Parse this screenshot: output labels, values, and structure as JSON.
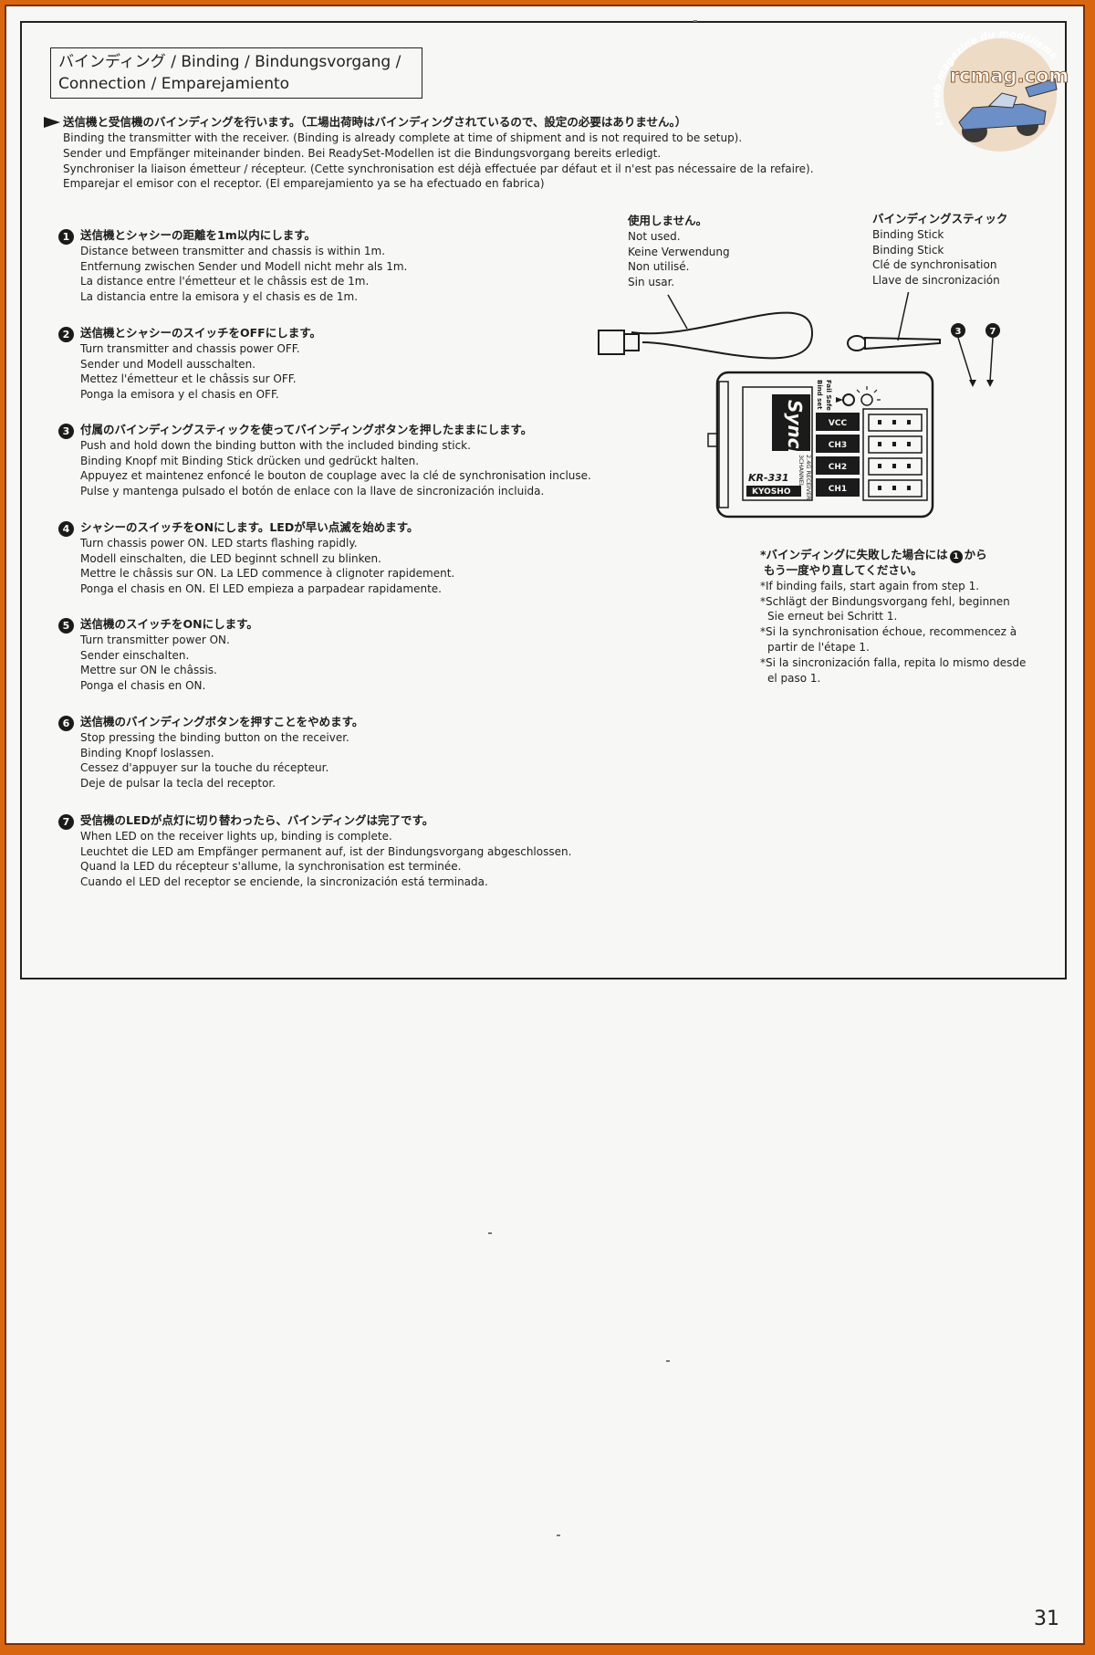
{
  "header": {
    "title_line1": "バインディング / Binding / Bindungsvorgang /",
    "title_line2": "Connection / Emparejamiento"
  },
  "intro": {
    "jp": "送信機と受信機のバインディングを行います。（工場出荷時はバインディングされているので、設定の必要はありません。）",
    "lines": [
      "Binding the transmitter with the receiver. (Binding is already complete at time of shipment and is not required to be setup).",
      "Sender und Empfänger miteinander binden. Bei ReadySet-Modellen ist die Bindungsvorgang bereits erledigt.",
      "Synchroniser la liaison émetteur / récepteur. (Cette synchronisation est déjà effectuée par défaut et il n'est pas nécessaire de la refaire).",
      "Emparejar el emisor con el receptor. (El emparejamiento ya se ha efectuado en fabrica)"
    ]
  },
  "steps": [
    {
      "num": "1",
      "jp": "送信機とシャシーの距離を1m以内にします。",
      "lines": [
        "Distance between transmitter and chassis is within 1m.",
        "Entfernung zwischen Sender und Modell nicht mehr als 1m.",
        "La distance entre l'émetteur et le châssis est de 1m.",
        "La distancia entre la emisora y el chasis es de 1m."
      ]
    },
    {
      "num": "2",
      "jp": "送信機とシャシーのスイッチをOFFにします。",
      "lines": [
        "Turn transmitter and chassis power OFF.",
        "Sender und Modell ausschalten.",
        "Mettez l'émetteur et le châssis sur OFF.",
        "Ponga la emisora y el chasis en OFF."
      ]
    },
    {
      "num": "3",
      "jp": "付属のバインディングスティックを使ってバインディングボタンを押したままにします。",
      "lines": [
        "Push and hold down the binding button with the included binding stick.",
        "Binding Knopf mit Binding Stick drücken und gedrückt halten.",
        "Appuyez et maintenez enfoncé le bouton de couplage avec la clé de synchronisation incluse.",
        "Pulse y mantenga pulsado el botón de enlace con la llave de sincronización incluida."
      ]
    },
    {
      "num": "4",
      "jp": "シャシーのスイッチをONにします。LEDが早い点滅を始めます。",
      "lines": [
        "Turn chassis power ON. LED starts flashing rapidly.",
        "Modell einschalten, die LED beginnt schnell zu blinken.",
        "Mettre le châssis sur ON. La LED commence à clignoter rapidement.",
        "Ponga el chasis en ON. El LED empieza a parpadear rapidamente."
      ]
    },
    {
      "num": "5",
      "jp": "送信機のスイッチをONにします。",
      "lines": [
        "Turn transmitter power ON.",
        "Sender einschalten.",
        "Mettre sur ON le châssis.",
        "Ponga el chasis en ON."
      ]
    },
    {
      "num": "6",
      "jp": "送信機のバインディングボタンを押すことをやめます。",
      "lines": [
        "Stop pressing the binding button on the receiver.",
        "Binding Knopf loslassen.",
        "Cessez d'appuyer sur la touche du récepteur.",
        "Deje de pulsar la tecla del receptor."
      ]
    },
    {
      "num": "7",
      "jp": "受信機のLEDが点灯に切り替わったら、バインディングは完了です。",
      "lines": [
        "When LED on the receiver lights up, binding is complete.",
        "Leuchtet die LED am Empfänger permanent auf, ist der Bindungsvorgang abgeschlossen.",
        "Quand la LED du récepteur s'allume, la synchronisation est terminée.",
        "Cuando el LED del receptor se enciende, la sincronización está terminada."
      ]
    }
  ],
  "not_used_label": {
    "jp": "使用しません。",
    "lines": [
      "Not used.",
      "Keine Verwendung",
      "Non utilisé.",
      "Sin usar."
    ]
  },
  "binding_stick_label": {
    "jp": "バインディングスティック",
    "lines": [
      "Binding Stick",
      "Binding Stick",
      "Clé de synchronisation",
      "Llave de sincronización"
    ]
  },
  "receiver": {
    "brand": "Syncro",
    "desc_line1": "3CHANNEL",
    "desc_line2": "2.4G RECEIVER",
    "model": "KR-331",
    "maker": "KYOSHO",
    "bind_label": "Bind set",
    "failsafe_label": "Fail Safe set",
    "ports": [
      "VCC",
      "CH3",
      "CH2",
      "CH1"
    ],
    "callout_a": "3",
    "callout_b": "7"
  },
  "note": {
    "jp1": "*バインディングに失敗した場合には",
    "jp_num": "1",
    "jp1_end": "から",
    "jp2": "もう一度やり直してください。",
    "lines": [
      "*If binding fails, start again from step 1.",
      "*Schlägt der Bindungsvorgang fehl, beginnen",
      "Sie erneut bei Schritt 1.",
      "*Si la synchronisation échoue, recommencez à",
      "partir de l'étape 1.",
      "*Si la sincronización falla, repita lo mismo desde",
      "el paso 1."
    ]
  },
  "watermark": {
    "text": "rcmag.com",
    "arc": "Le web magazine du modélisme"
  },
  "page_number": "31"
}
